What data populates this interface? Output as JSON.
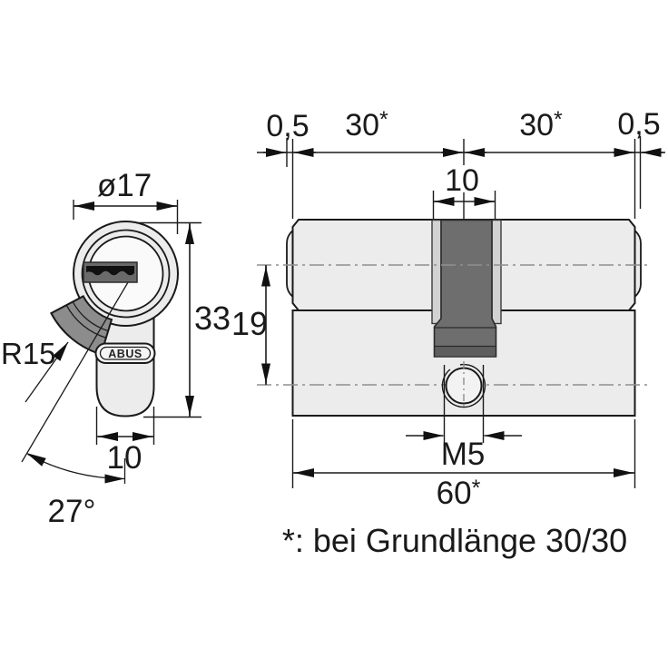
{
  "front_view": {
    "diameter": "ø17",
    "height": "33",
    "body_width": "10",
    "cam_radius": "R15",
    "rotation_angle": "27°",
    "brand": "ABUS"
  },
  "side_view": {
    "end_clearance_left": "0,5",
    "half_length_left": "30",
    "half_length_right": "30",
    "end_clearance_right": "0,5",
    "cam_width": "10",
    "center_distance": "19",
    "screw_thread": "M5",
    "total_length": "60",
    "star": "*"
  },
  "footnote": "*: bei Grundlänge 30/30",
  "colors": {
    "line": "#1a1a1a",
    "body_fill": "#ececec",
    "cam_front": "#8c8c8c",
    "cam_side": "#6e6e6e",
    "key_slot": "#6a6a6a",
    "centerline": "#8f8f8f"
  }
}
